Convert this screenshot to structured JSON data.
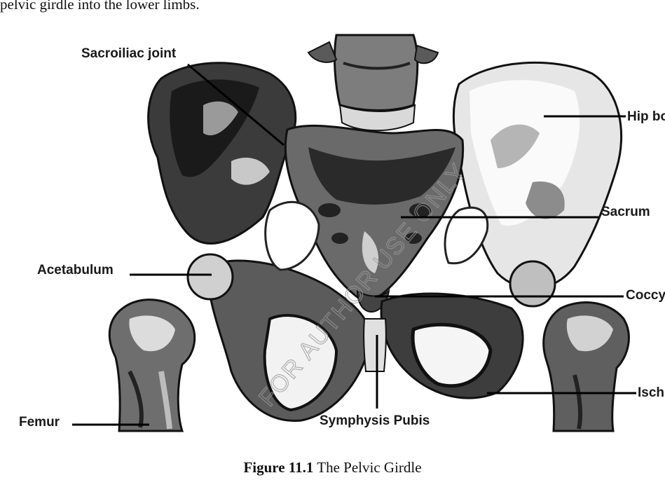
{
  "intro_text": "pelvic girdle into the lower limbs.",
  "labels": {
    "sacroiliac": "Sacroiliac joint",
    "hip_bone": "Hip bone",
    "sacrum": "Sacrum",
    "acetabulum": "Acetabulum",
    "coccyx": "Coccyx",
    "ischium": "Ischium",
    "femur": "Femur",
    "symphysis": "Symphysis Pubis"
  },
  "watermark": "FOR AUTHOR USE ONLY",
  "caption": {
    "number": "Figure 11.1",
    "title": "The Pelvic Girdle"
  }
}
